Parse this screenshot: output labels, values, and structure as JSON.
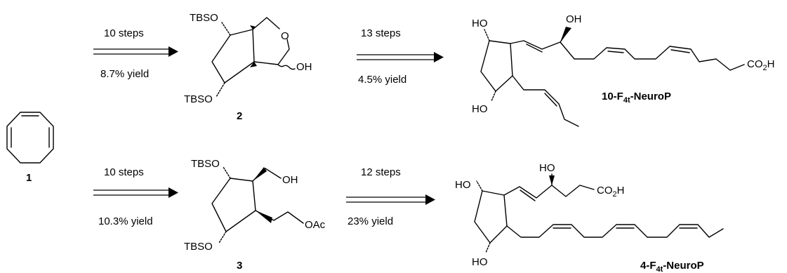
{
  "starting_material": {
    "label": "1"
  },
  "route_top": {
    "step1": {
      "steps": "10 steps",
      "yield": "8.7% yield"
    },
    "intermediate": {
      "label": "2",
      "groups": {
        "tbso_top": "TBSO",
        "tbso_bottom": "TBSO",
        "ring_o": "O",
        "oh": "OH"
      }
    },
    "step2": {
      "steps": "13 steps",
      "yield": "4.5% yield"
    },
    "product": {
      "name_prefix": "10-F",
      "name_sub": "4t",
      "name_suffix": "-NeuroP",
      "groups": {
        "ho_top": "HO",
        "ho_bottom": "HO",
        "oh_side": "OH",
        "co2h": "CO",
        "co2h_sub": "2",
        "co2h_end": "H"
      }
    }
  },
  "route_bottom": {
    "step1": {
      "steps": "10 steps",
      "yield": "10.3% yield"
    },
    "intermediate": {
      "label": "3",
      "groups": {
        "tbso_top": "TBSO",
        "tbso_bottom": "TBSO",
        "oh": "OH",
        "oac": "OAc"
      }
    },
    "step2": {
      "steps": "12 steps",
      "yield": "23% yield"
    },
    "product": {
      "name_prefix": "4-F",
      "name_sub": "4t",
      "name_suffix": "-NeuroP",
      "groups": {
        "ho_top": "HO",
        "ho_bottom": "HO",
        "ho_side": "HO",
        "co2h": "CO",
        "co2h_sub": "2",
        "co2h_end": "H"
      }
    }
  }
}
